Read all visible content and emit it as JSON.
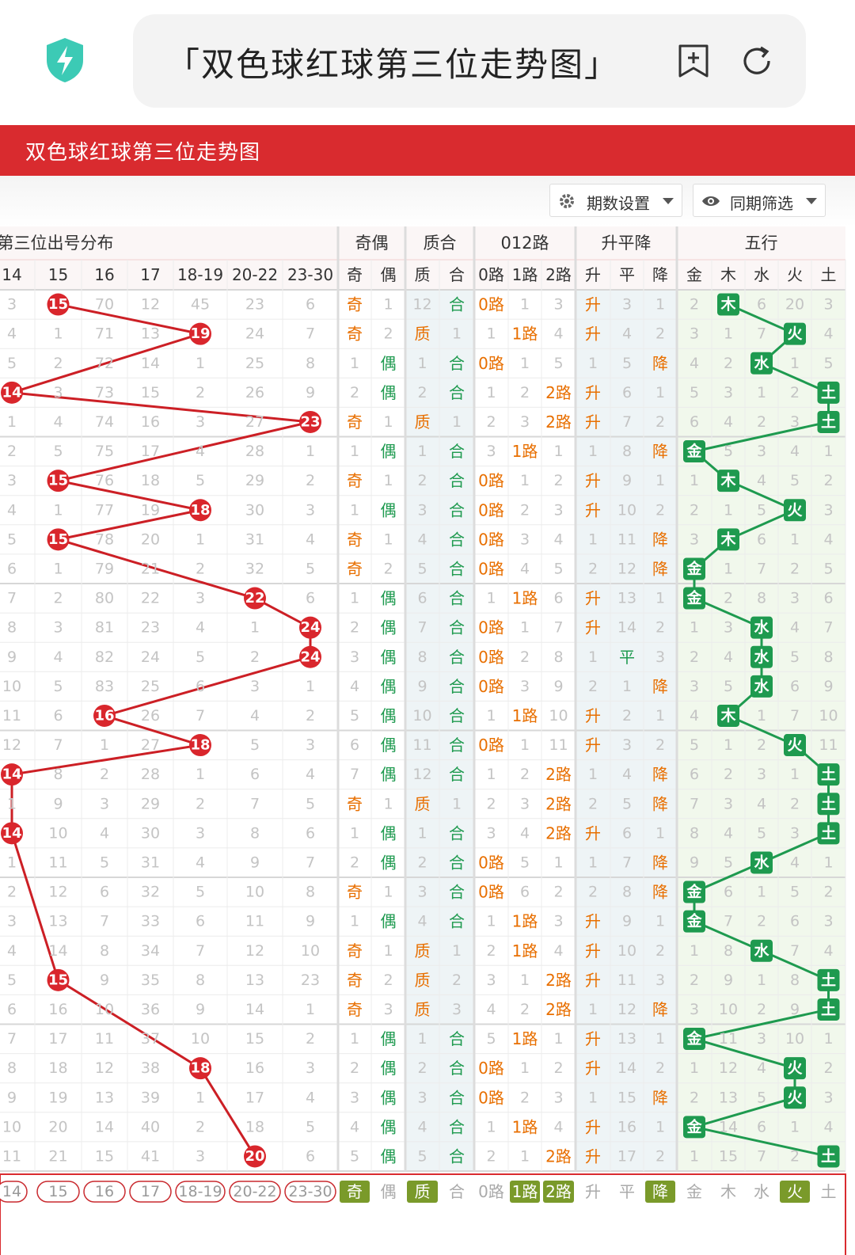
{
  "browser": {
    "url_title": "「双色球红球第三位走势图」",
    "icons": {
      "security": "shield-bolt-icon",
      "bookmark": "bookmark-plus-icon",
      "refresh": "refresh-icon"
    }
  },
  "page": {
    "title": "双色球红球第三位走势图"
  },
  "toolbar": {
    "period_label": "期数设置",
    "filter_label": "同期筛选",
    "period_icon": "gear-icon",
    "filter_icon": "eye-icon"
  },
  "colors": {
    "accent_red": "#d92b2f",
    "ball_red": "#d9262c",
    "green": "#1e9a4f",
    "orange": "#e86f00",
    "footer_olive": "#7a9a2a"
  },
  "table": {
    "group_headers": [
      "第三位出号分布",
      "奇偶",
      "质合",
      "012路",
      "升平降",
      "五行"
    ],
    "columns": [
      "14",
      "15",
      "16",
      "17",
      "18-19",
      "20-22",
      "23-30",
      "奇",
      "偶",
      "质",
      "合",
      "0路",
      "1路",
      "2路",
      "升",
      "平",
      "降",
      "金",
      "木",
      "水",
      "火",
      "土"
    ],
    "rows": [
      [
        "3",
        "15",
        "70",
        "12",
        "45",
        "23",
        "6",
        "奇",
        "1",
        "12",
        "合",
        "0路",
        "1",
        "3",
        "升",
        "3",
        "1",
        "2",
        "木",
        "6",
        "20",
        "3"
      ],
      [
        "4",
        "1",
        "71",
        "13",
        "19",
        "24",
        "7",
        "奇",
        "2",
        "质",
        "1",
        "1",
        "1路",
        "4",
        "升",
        "4",
        "2",
        "3",
        "1",
        "7",
        "火",
        "4"
      ],
      [
        "5",
        "2",
        "72",
        "14",
        "1",
        "25",
        "8",
        "1",
        "偶",
        "1",
        "合",
        "0路",
        "1",
        "5",
        "1",
        "5",
        "降",
        "4",
        "2",
        "水",
        "1",
        "5"
      ],
      [
        "14",
        "3",
        "73",
        "15",
        "2",
        "26",
        "9",
        "2",
        "偶",
        "2",
        "合",
        "1",
        "2",
        "2路",
        "升",
        "6",
        "1",
        "5",
        "3",
        "1",
        "2",
        "土"
      ],
      [
        "1",
        "4",
        "74",
        "16",
        "3",
        "27",
        "23",
        "奇",
        "1",
        "质",
        "1",
        "2",
        "3",
        "2路",
        "升",
        "7",
        "2",
        "6",
        "4",
        "2",
        "3",
        "土"
      ],
      [
        "2",
        "5",
        "75",
        "17",
        "4",
        "28",
        "1",
        "1",
        "偶",
        "1",
        "合",
        "3",
        "1路",
        "1",
        "1",
        "8",
        "降",
        "金",
        "5",
        "3",
        "4",
        "1"
      ],
      [
        "3",
        "15",
        "76",
        "18",
        "5",
        "29",
        "2",
        "奇",
        "1",
        "2",
        "合",
        "0路",
        "1",
        "2",
        "升",
        "9",
        "1",
        "1",
        "木",
        "4",
        "5",
        "2"
      ],
      [
        "4",
        "1",
        "77",
        "19",
        "18",
        "30",
        "3",
        "1",
        "偶",
        "3",
        "合",
        "0路",
        "2",
        "3",
        "升",
        "10",
        "2",
        "2",
        "1",
        "5",
        "火",
        "3"
      ],
      [
        "5",
        "15",
        "78",
        "20",
        "1",
        "31",
        "4",
        "奇",
        "1",
        "4",
        "合",
        "0路",
        "3",
        "4",
        "1",
        "11",
        "降",
        "3",
        "木",
        "6",
        "1",
        "4"
      ],
      [
        "6",
        "1",
        "79",
        "21",
        "2",
        "32",
        "5",
        "奇",
        "2",
        "5",
        "合",
        "0路",
        "4",
        "5",
        "2",
        "12",
        "降",
        "金",
        "1",
        "7",
        "2",
        "5"
      ],
      [
        "7",
        "2",
        "80",
        "22",
        "3",
        "22",
        "6",
        "1",
        "偶",
        "6",
        "合",
        "1",
        "1路",
        "6",
        "升",
        "13",
        "1",
        "金",
        "2",
        "8",
        "3",
        "6"
      ],
      [
        "8",
        "3",
        "81",
        "23",
        "4",
        "1",
        "24",
        "2",
        "偶",
        "7",
        "合",
        "0路",
        "1",
        "7",
        "升",
        "14",
        "2",
        "1",
        "3",
        "水",
        "4",
        "7"
      ],
      [
        "9",
        "4",
        "82",
        "24",
        "5",
        "2",
        "24",
        "3",
        "偶",
        "8",
        "合",
        "0路",
        "2",
        "8",
        "1",
        "平",
        "3",
        "2",
        "4",
        "水",
        "5",
        "8"
      ],
      [
        "10",
        "5",
        "83",
        "25",
        "6",
        "3",
        "1",
        "4",
        "偶",
        "9",
        "合",
        "0路",
        "3",
        "9",
        "2",
        "1",
        "降",
        "3",
        "5",
        "水",
        "6",
        "9"
      ],
      [
        "11",
        "6",
        "16",
        "26",
        "7",
        "4",
        "2",
        "5",
        "偶",
        "10",
        "合",
        "1",
        "1路",
        "10",
        "升",
        "2",
        "1",
        "4",
        "木",
        "1",
        "7",
        "10"
      ],
      [
        "12",
        "7",
        "1",
        "27",
        "18",
        "5",
        "3",
        "6",
        "偶",
        "11",
        "合",
        "0路",
        "1",
        "11",
        "升",
        "3",
        "2",
        "5",
        "1",
        "2",
        "火",
        "11"
      ],
      [
        "14",
        "8",
        "2",
        "28",
        "1",
        "6",
        "4",
        "7",
        "偶",
        "12",
        "合",
        "1",
        "2",
        "2路",
        "1",
        "4",
        "降",
        "6",
        "2",
        "3",
        "1",
        "土"
      ],
      [
        "1",
        "9",
        "3",
        "29",
        "2",
        "7",
        "5",
        "奇",
        "1",
        "质",
        "1",
        "2",
        "3",
        "2路",
        "2",
        "5",
        "降",
        "7",
        "3",
        "4",
        "2",
        "土"
      ],
      [
        "14",
        "10",
        "4",
        "30",
        "3",
        "8",
        "6",
        "1",
        "偶",
        "1",
        "合",
        "3",
        "4",
        "2路",
        "升",
        "6",
        "1",
        "8",
        "4",
        "5",
        "3",
        "土"
      ],
      [
        "1",
        "11",
        "5",
        "31",
        "4",
        "9",
        "7",
        "2",
        "偶",
        "2",
        "合",
        "0路",
        "5",
        "1",
        "1",
        "7",
        "降",
        "9",
        "5",
        "水",
        "4",
        "1"
      ],
      [
        "2",
        "12",
        "6",
        "32",
        "5",
        "10",
        "8",
        "奇",
        "1",
        "3",
        "合",
        "0路",
        "6",
        "2",
        "2",
        "8",
        "降",
        "金",
        "6",
        "1",
        "5",
        "2"
      ],
      [
        "3",
        "13",
        "7",
        "33",
        "6",
        "11",
        "9",
        "1",
        "偶",
        "4",
        "合",
        "1",
        "1路",
        "3",
        "升",
        "9",
        "1",
        "金",
        "7",
        "2",
        "6",
        "3"
      ],
      [
        "4",
        "14",
        "8",
        "34",
        "7",
        "12",
        "10",
        "奇",
        "1",
        "质",
        "1",
        "2",
        "1路",
        "4",
        "升",
        "10",
        "2",
        "1",
        "8",
        "水",
        "7",
        "4"
      ],
      [
        "5",
        "15",
        "9",
        "35",
        "8",
        "13",
        "23",
        "奇",
        "2",
        "质",
        "2",
        "3",
        "1",
        "2路",
        "升",
        "11",
        "3",
        "2",
        "9",
        "1",
        "8",
        "土"
      ],
      [
        "6",
        "16",
        "10",
        "36",
        "9",
        "14",
        "1",
        "奇",
        "3",
        "质",
        "3",
        "4",
        "2",
        "2路",
        "1",
        "12",
        "降",
        "3",
        "10",
        "2",
        "9",
        "土"
      ],
      [
        "7",
        "17",
        "11",
        "37",
        "10",
        "15",
        "2",
        "1",
        "偶",
        "1",
        "合",
        "5",
        "1路",
        "1",
        "升",
        "13",
        "1",
        "金",
        "11",
        "3",
        "10",
        "1"
      ],
      [
        "8",
        "18",
        "12",
        "38",
        "18",
        "16",
        "3",
        "2",
        "偶",
        "2",
        "合",
        "0路",
        "1",
        "2",
        "升",
        "14",
        "2",
        "1",
        "12",
        "4",
        "火",
        "2"
      ],
      [
        "9",
        "19",
        "13",
        "39",
        "1",
        "17",
        "4",
        "3",
        "偶",
        "3",
        "合",
        "0路",
        "2",
        "3",
        "1",
        "15",
        "降",
        "2",
        "13",
        "5",
        "火",
        "3"
      ],
      [
        "10",
        "20",
        "14",
        "40",
        "2",
        "18",
        "5",
        "4",
        "偶",
        "4",
        "合",
        "1",
        "1路",
        "4",
        "升",
        "16",
        "1",
        "金",
        "14",
        "6",
        "1",
        "4"
      ],
      [
        "11",
        "21",
        "15",
        "41",
        "3",
        "20",
        "6",
        "5",
        "偶",
        "5",
        "合",
        "2",
        "1",
        "2路",
        "升",
        "17",
        "2",
        "1",
        "15",
        "7",
        "2",
        "土"
      ]
    ],
    "footer": [
      "14",
      "15",
      "16",
      "17",
      "18-19",
      "20-22",
      "23-30",
      "奇",
      "偶",
      "质",
      "合",
      "0路",
      "1路",
      "2路",
      "升",
      "平",
      "降",
      "金",
      "木",
      "水",
      "火",
      "土"
    ]
  }
}
